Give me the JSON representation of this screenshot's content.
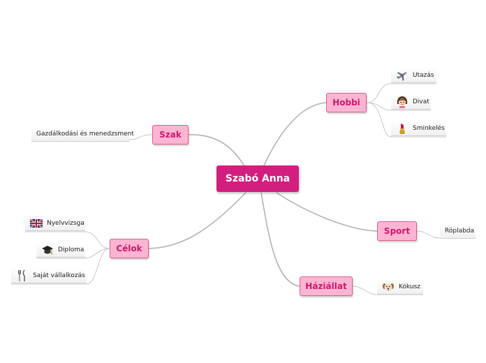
{
  "central": {
    "label": "Szabó Anna"
  },
  "branches": {
    "szak": {
      "label": "Szak",
      "children": [
        "Gazdálkodási és menedzsment"
      ]
    },
    "hobbi": {
      "label": "Hobbi",
      "children": [
        "Utazás",
        "Divat",
        "Sminkelés"
      ]
    },
    "celok": {
      "label": "Célok",
      "children": [
        "Nyelvvizsga",
        "Diploma",
        "Saját vállalkozás"
      ]
    },
    "sport": {
      "label": "Sport",
      "children": [
        "Röplabda"
      ]
    },
    "haziallat": {
      "label": "Háziállat",
      "children": [
        "Kókusz"
      ]
    }
  },
  "icons": {
    "utazas": "airplane-icon",
    "divat": "girl-face-icon",
    "sminkeles": "lipstick-icon",
    "nyelvvizsga": "uk-flag-icon",
    "diploma": "graduation-cap-icon",
    "sajat_vallalkozas": "fork-knife-icon",
    "kokusz": "dog-icon"
  },
  "colors": {
    "central_fill": "#d21f7e",
    "branch_fill": "#ffb5d2",
    "branch_border": "#d5608f",
    "branch_text": "#c8196f",
    "connector": "#b3b3b3"
  }
}
